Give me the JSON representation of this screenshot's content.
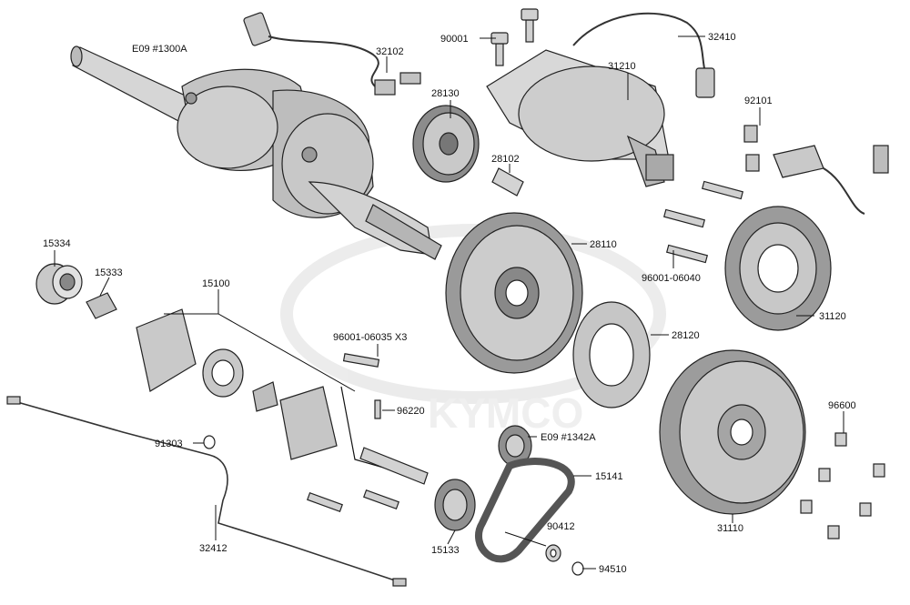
{
  "watermark": "KYMCO",
  "colors": {
    "part_fill": "#c9c9c9",
    "part_dark": "#8c8c8c",
    "outline": "#222222",
    "watermark": "#dcdcdc"
  },
  "labels": {
    "e09_1300a": "E09 #1300A",
    "p32102": "32102",
    "p90001": "90001",
    "p32410": "32410",
    "p31210": "31210",
    "p28130": "28130",
    "p92101": "92101",
    "p28102": "28102",
    "p15334": "15334",
    "p28110": "28110",
    "p15333": "15333",
    "p96001_06040": "96001-06040",
    "p15100": "15100",
    "p31120": "31120",
    "p96001_06035": "96001-06035 X3",
    "p28120": "28120",
    "p96220": "96220",
    "p96600": "96600",
    "p91303": "91303",
    "e09_1342a": "E09 #1342A",
    "p15141": "15141",
    "p31110": "31110",
    "p32412": "32412",
    "p90412": "90412",
    "p15133": "15133",
    "p94510": "94510"
  }
}
